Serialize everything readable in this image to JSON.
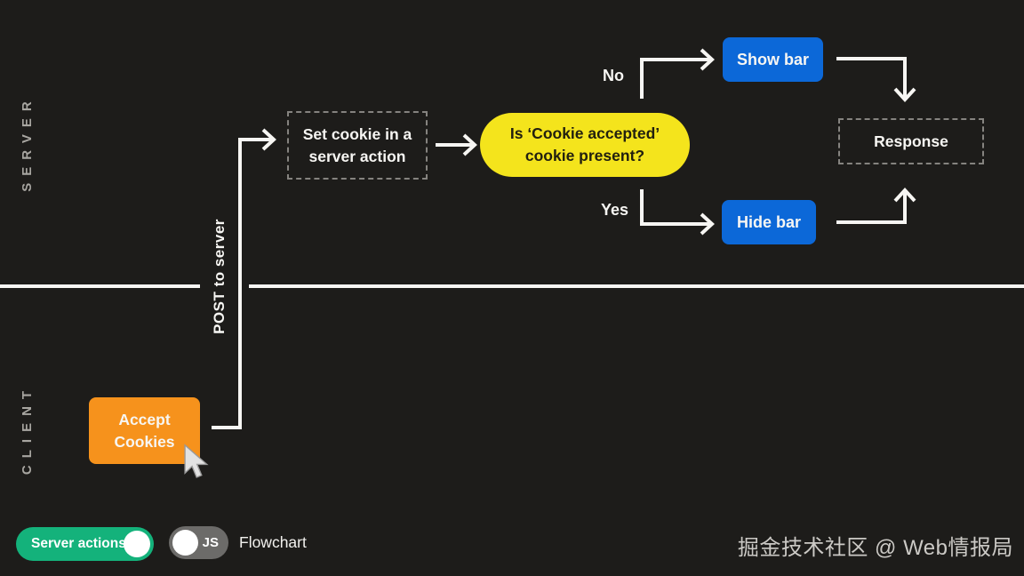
{
  "lanes": {
    "server": "SERVER",
    "client": "CLIENT"
  },
  "flow": {
    "post_label": "POST to server",
    "accept": {
      "line1": "Accept",
      "line2": "Cookies"
    },
    "set_cookie": {
      "line1": "Set cookie in a",
      "line2": "server action"
    },
    "decision": {
      "line1": "Is ‘Cookie accepted’",
      "line2": "cookie present?"
    },
    "no_label": "No",
    "yes_label": "Yes",
    "show_bar": "Show bar",
    "hide_bar": "Hide bar",
    "response": "Response"
  },
  "controls": {
    "server_actions": {
      "label": "Server actions",
      "state": "on"
    },
    "js": {
      "label": "JS",
      "state": "off"
    },
    "flowchart_label": "Flowchart"
  },
  "watermark": "掘金技术社区 @ Web情报局",
  "colors": {
    "background": "#1d1c1a",
    "line": "#f7f6f3",
    "accent_orange": "#f6921c",
    "accent_yellow": "#f4e41c",
    "accent_blue": "#0c68d8",
    "accent_green": "#14b27b",
    "toggle_gray": "#6c6b69",
    "lane_text": "#a8a6a1"
  }
}
